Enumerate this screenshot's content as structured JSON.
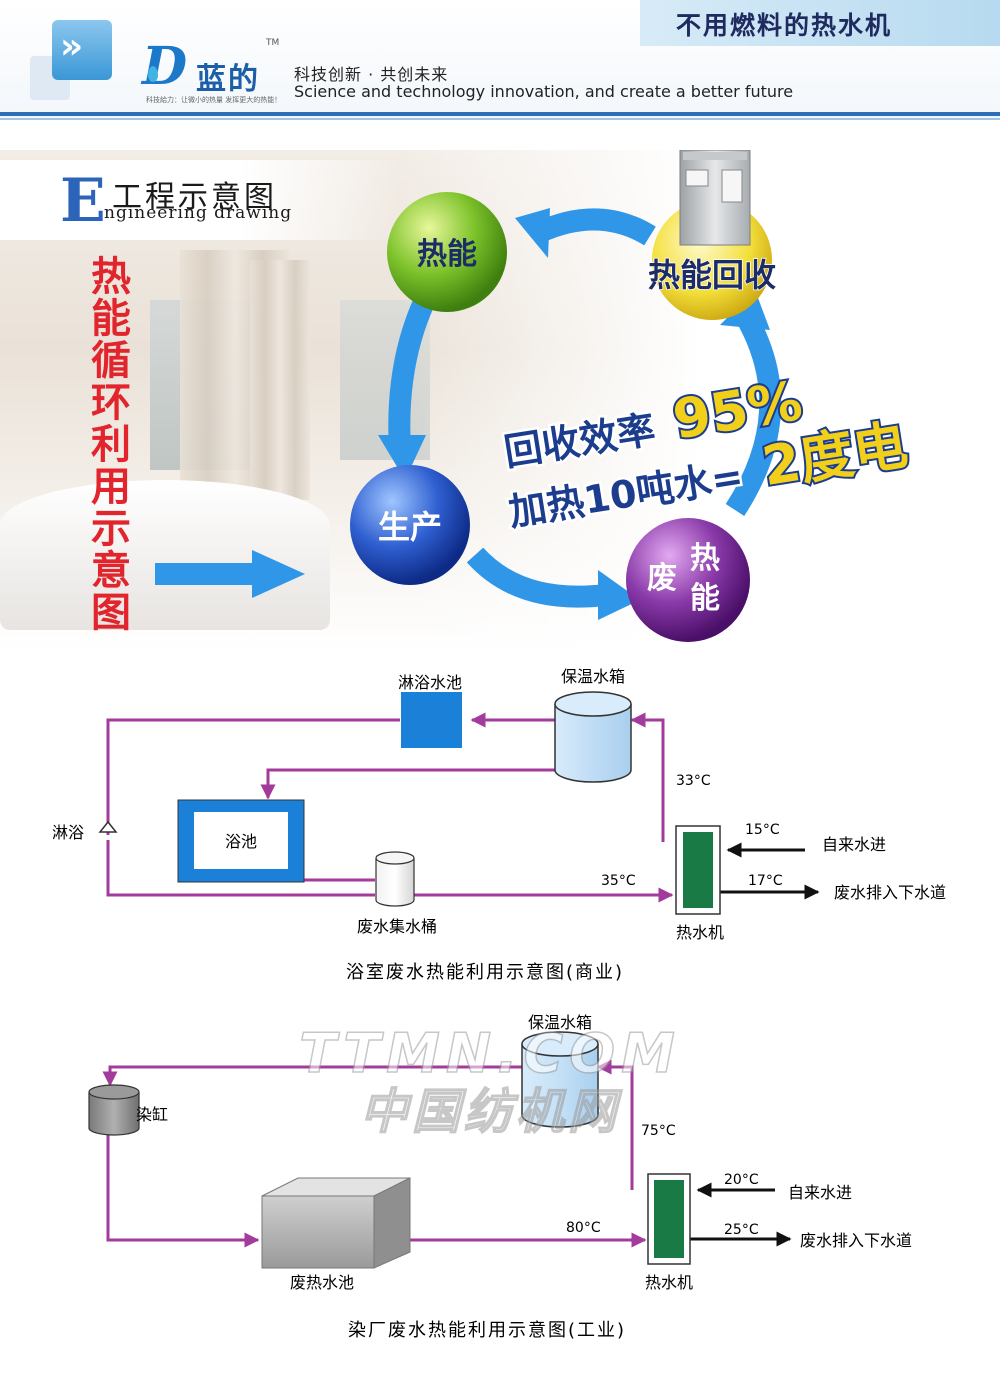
{
  "header": {
    "tagline": "不用燃料的热水机",
    "brand_name": "蓝的",
    "trademark": "TM",
    "brand_small": "科技給力：让微小的热量 发挥更大的热能！",
    "slogan_cn": "科技创新 · 共创未来",
    "slogan_en": "Science and technology innovation, and create a better future"
  },
  "section": {
    "letter": "E",
    "title_cn": "工程示意图",
    "title_en": "ngineering drawing",
    "vertical_title": "热能循环利用示意图"
  },
  "cycle": {
    "node_heat": "热能",
    "node_recovery": "热能回收",
    "node_production": "生产",
    "node_waste_a": "废",
    "node_waste_b": "热",
    "node_waste_c": "能",
    "line1_prefix": "回收效率",
    "line1_value": "95%",
    "line2_prefix": "加热10吨水=",
    "line2_value": "2度电"
  },
  "diagram1": {
    "shower_pool": "淋浴水池",
    "insulated_tank": "保温水箱",
    "shower": "淋浴",
    "bath_pool": "浴池",
    "waste_bucket": "废水集水桶",
    "heater": "热水机",
    "tap_in": "自来水进",
    "drain_out": "废水排入下水道",
    "t33": "33°C",
    "t15": "15°C",
    "t35": "35°C",
    "t17": "17°C",
    "caption": "浴室废水热能利用示意图(商业)"
  },
  "diagram2": {
    "insulated_tank": "保温水箱",
    "dye_vat": "染缸",
    "waste_pool": "废热水池",
    "heater": "热水机",
    "tap_in": "自来水进",
    "drain_out": "废水排入下水道",
    "t75": "75°C",
    "t20": "20°C",
    "t80": "80°C",
    "t25": "25°C",
    "caption": "染厂废水热能利用示意图(工业)"
  },
  "watermark": {
    "line1": "TTMN.COM",
    "line2": "中国纺机网"
  },
  "colors": {
    "pipe": "#a23b9b",
    "arrow_blue": "#2f8fe3",
    "tank_blue": "#1b80d8",
    "heater_green": "#197a45",
    "title_red": "#e2242d"
  }
}
